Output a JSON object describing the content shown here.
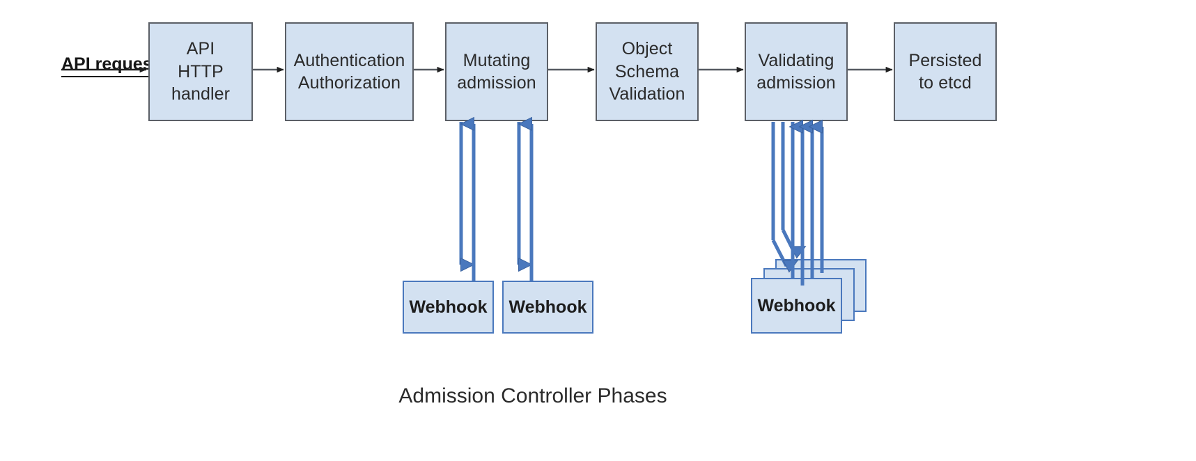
{
  "diagram": {
    "caption": "Admission Controller Phases",
    "entry_label": "API request",
    "colors": {
      "box_fill": "#d3e1f1",
      "phase_border": "#5b5f66",
      "webhook_border": "#4a78bd",
      "flow_arrow": "#333333",
      "webhook_arrow": "#4a78bd",
      "background": "#ffffff",
      "text": "#2b2b2b"
    },
    "phases": [
      {
        "id": "api-http-handler",
        "label": "API\nHTTP\nhandler"
      },
      {
        "id": "authentication",
        "label": "Authentication\nAuthorization"
      },
      {
        "id": "mutating-admission",
        "label": "Mutating\nadmission"
      },
      {
        "id": "object-schema-validation",
        "label": "Object\nSchema\nValidation"
      },
      {
        "id": "validating-admission",
        "label": "Validating\nadmission"
      },
      {
        "id": "persisted-to-etcd",
        "label": "Persisted\nto etcd"
      }
    ],
    "webhooks": [
      {
        "id": "mutating-webhook-1",
        "label": "Webhook",
        "attached_to": "mutating-admission",
        "stacked": false
      },
      {
        "id": "mutating-webhook-2",
        "label": "Webhook",
        "attached_to": "mutating-admission",
        "stacked": false
      },
      {
        "id": "validating-webhook-stack",
        "label": "Webhook",
        "attached_to": "validating-admission",
        "stacked": true,
        "stack_count": 3
      }
    ],
    "flow_connections": [
      {
        "from": "api-request",
        "to": "api-http-handler"
      },
      {
        "from": "api-http-handler",
        "to": "authentication"
      },
      {
        "from": "authentication",
        "to": "mutating-admission"
      },
      {
        "from": "mutating-admission",
        "to": "object-schema-validation"
      },
      {
        "from": "object-schema-validation",
        "to": "validating-admission"
      },
      {
        "from": "validating-admission",
        "to": "persisted-to-etcd"
      }
    ],
    "webhook_connections": [
      {
        "from": "mutating-admission",
        "to": "mutating-webhook-1",
        "direction": "call"
      },
      {
        "from": "mutating-webhook-1",
        "to": "mutating-admission",
        "direction": "return"
      },
      {
        "from": "mutating-admission",
        "to": "mutating-webhook-2",
        "direction": "call"
      },
      {
        "from": "mutating-webhook-2",
        "to": "mutating-admission",
        "direction": "return"
      },
      {
        "from": "validating-admission",
        "to": "validating-webhook-stack",
        "direction": "call"
      },
      {
        "from": "validating-webhook-stack",
        "to": "validating-admission",
        "direction": "return"
      }
    ]
  }
}
